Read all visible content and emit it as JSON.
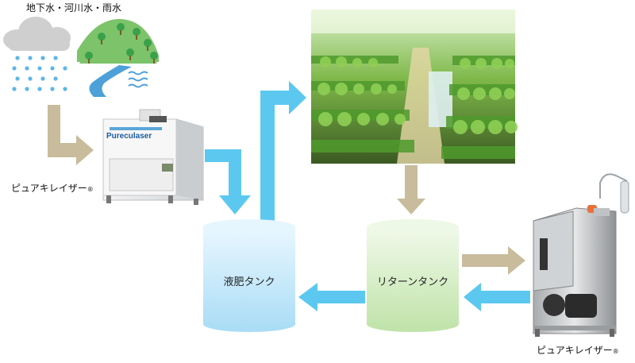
{
  "sources": {
    "label": "地下水・河川水・雨水"
  },
  "machine_left": {
    "label": "ピュアキレイザー",
    "reg": "®",
    "brand": "Pureculaser"
  },
  "machine_right": {
    "label": "ピュアキレイザー",
    "reg": "®"
  },
  "tank_fertilizer": {
    "label": "液肥タンク"
  },
  "tank_return": {
    "label": "リターンタンク"
  },
  "colors": {
    "flow_arrow_blue": "#5cc8f0",
    "supply_arrow_tan": "#c8bc9c",
    "fertilizer_tank": "#cfeaf8",
    "return_tank": "#dcf0cc",
    "cloud": "#cfcfcf",
    "rain": "#5fb6e6",
    "hill": "#7cc36a",
    "tree": "#3aa14a",
    "river": "#4da0d8"
  }
}
